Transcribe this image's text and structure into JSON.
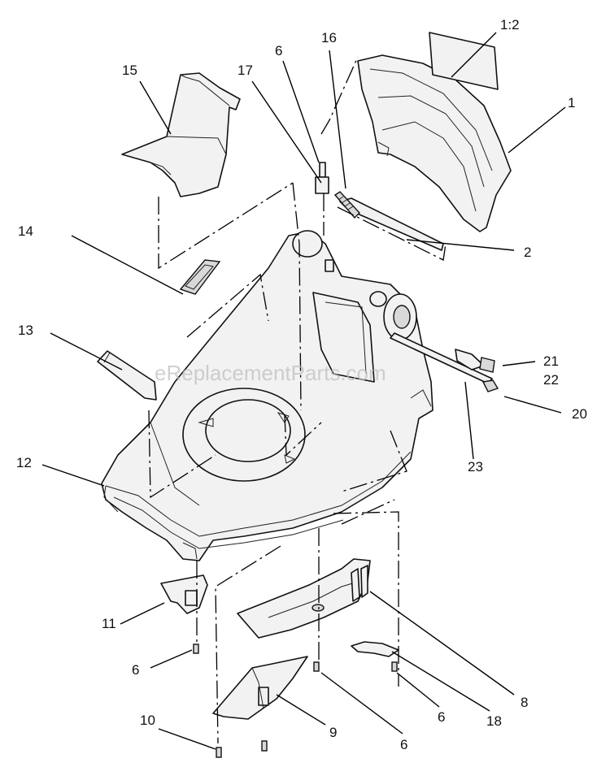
{
  "watermark": "eReplacementParts.com",
  "callouts": {
    "c1": "1",
    "c1_2": "1:2",
    "c2": "2",
    "c6a": "6",
    "c6b": "6",
    "c6c": "6",
    "c6d": "6",
    "c8": "8",
    "c9": "9",
    "c10": "10",
    "c11": "11",
    "c12": "12",
    "c13": "13",
    "c14": "14",
    "c15": "15",
    "c16": "16",
    "c17": "17",
    "c18": "18",
    "c20": "20",
    "c21": "21",
    "c22": "22",
    "c23": "23"
  }
}
